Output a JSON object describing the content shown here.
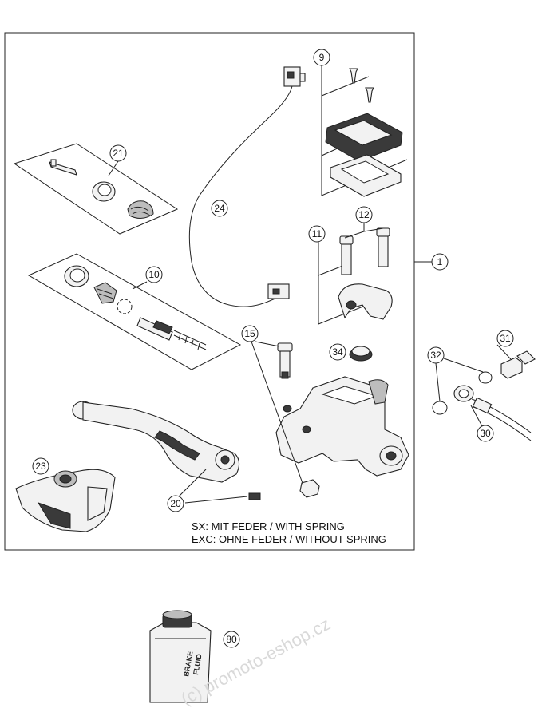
{
  "callouts": {
    "c1": "1",
    "c9": "9",
    "c10": "10",
    "c11": "11",
    "c12": "12",
    "c15": "15",
    "c20": "20",
    "c21": "21",
    "c23": "23",
    "c24": "24",
    "c30": "30",
    "c31": "31",
    "c32": "32",
    "c34": "34",
    "c80": "80"
  },
  "notes": {
    "sx": "SX: MIT FEDER / WITH SPRING",
    "exc": "EXC: OHNE FEDER / WITHOUT SPRING"
  },
  "bottle_label": {
    "line1": "BRAKE",
    "line2": "FLUID"
  },
  "watermark": "(c) promoto-eshop.cz"
}
